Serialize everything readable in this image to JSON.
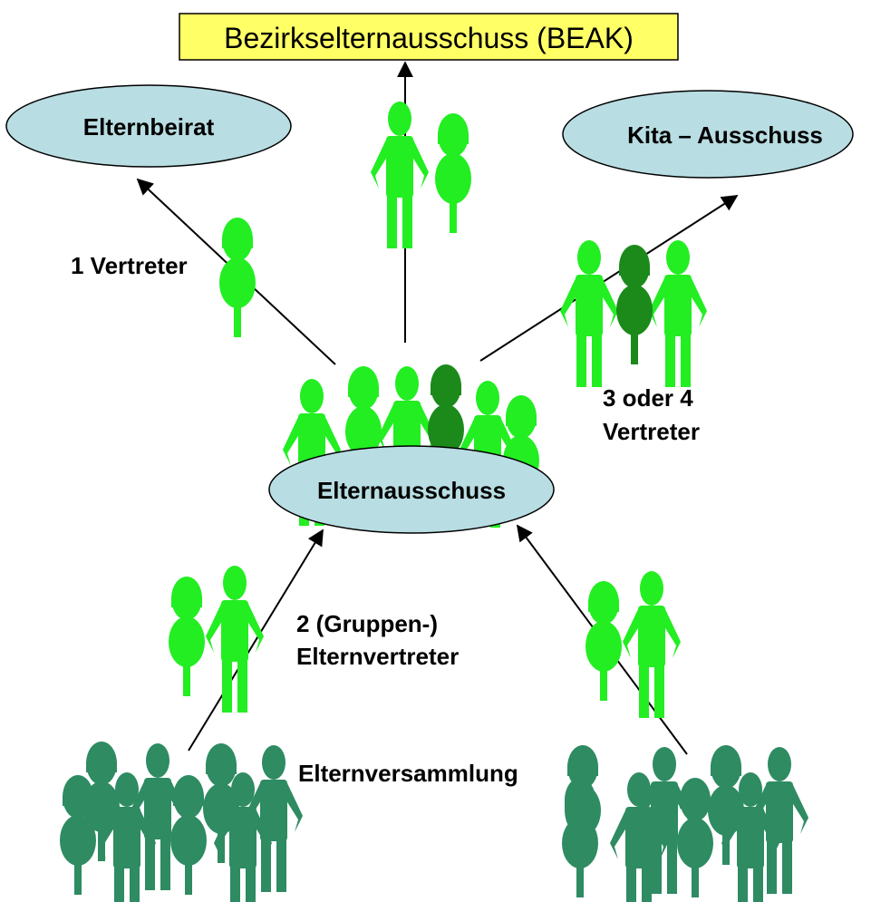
{
  "title_box": {
    "label": "Bezirkselternausschuss (BEAK)",
    "fill": "#ffff66"
  },
  "bodies": {
    "elternbeirat": "Elternbeirat",
    "kita_ausschuss": "Kita – Ausschuss",
    "elternausschuss": "Elternausschuss",
    "ellipse_fill": "#b8dde2"
  },
  "labels": {
    "one_rep": "1 Vertreter",
    "three_four_line1": "3 oder 4",
    "three_four_line2": "Vertreter",
    "group_reps_line1": "2 (Gruppen-)",
    "group_reps_line2": "Elternvertreter",
    "assembly": "Elternversammlung"
  },
  "colors": {
    "light_green": "#22ee22",
    "dark_green": "#1b8a1b",
    "teal_green": "#2e8b62"
  },
  "icons": [
    "person-icon",
    "arrow-icon"
  ]
}
